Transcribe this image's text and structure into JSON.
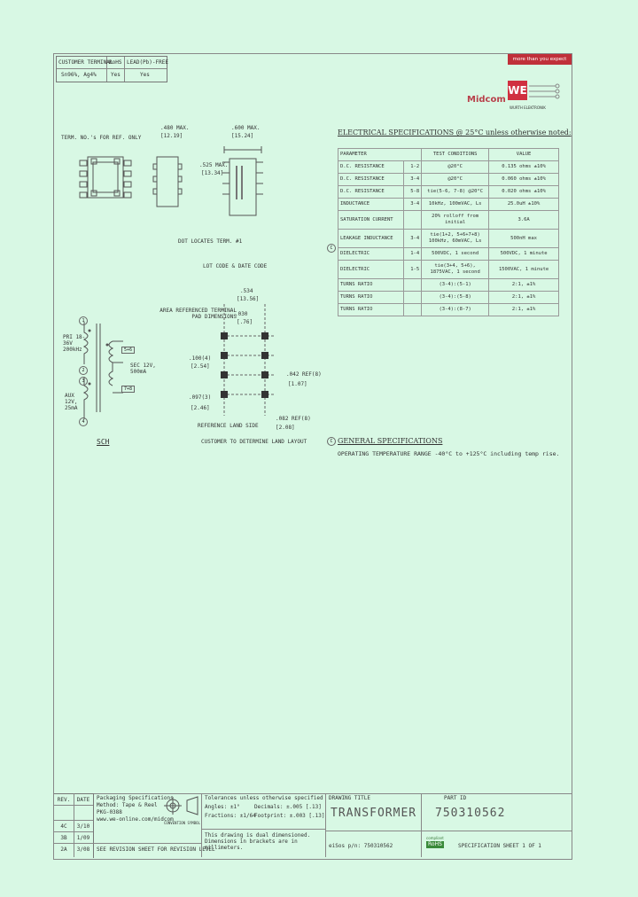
{
  "terminal_table": {
    "headers": [
      "CUSTOMER TERMINAL",
      "RoHS",
      "LEAD(Pb)-FREE"
    ],
    "row": [
      "Sn96%, Ag4%",
      "Yes",
      "Yes"
    ]
  },
  "brand": {
    "tagline": "more than you expect",
    "midcom": "Midcom",
    "we_logo": "WE",
    "wurth": "WURTH ELEKTRONIK"
  },
  "specs": {
    "title": "ELECTRICAL SPECIFICATIONS @ 25°C unless otherwise noted:",
    "columns": [
      "PARAMETER",
      "TEST CONDITIONS",
      "VALUE"
    ],
    "rows": [
      {
        "param": "D.C. RESISTANCE",
        "pins": "1-2",
        "cond": "@20°C",
        "value": "0.135 ohms ±10%"
      },
      {
        "param": "D.C. RESISTANCE",
        "pins": "3-4",
        "cond": "@20°C",
        "value": "0.060 ohms ±10%"
      },
      {
        "param": "D.C. RESISTANCE",
        "pins": "5-8",
        "cond": "tie(5-6, 7-8) @20°C",
        "value": "0.020 ohms ±10%"
      },
      {
        "param": "INDUCTANCE",
        "pins": "3-4",
        "cond": "10kHz, 100mVAC, Ls",
        "value": "25.0uH ±10%"
      },
      {
        "param": "SATURATION CURRENT",
        "pins": "",
        "cond": "20% rolloff from initial",
        "value": "3.6A"
      },
      {
        "param": "LEAKAGE INDUCTANCE",
        "pins": "3-4",
        "cond": "tie(1+2, 5+6+7+8) 100kHz, 60mVAC, Ls",
        "value": "500nH max"
      },
      {
        "param": "DIELECTRIC",
        "pins": "1-4",
        "cond": "500VDC, 1 second",
        "value": "500VDC, 1 minute"
      },
      {
        "param": "DIELECTRIC",
        "pins": "1-5",
        "cond": "tie(3+4, 5+6), 1875VAC, 1 second",
        "value": "1500VAC, 1 minute"
      },
      {
        "param": "TURNS RATIO",
        "pins": "",
        "cond": "(3-4):(5-1)",
        "value": "2:1, ±1%"
      },
      {
        "param": "TURNS RATIO",
        "pins": "",
        "cond": "(3-4):(5-8)",
        "value": "2:1, ±1%"
      },
      {
        "param": "TURNS RATIO",
        "pins": "",
        "cond": "(3-4):(8-7)",
        "value": "2:1, ±1%"
      }
    ]
  },
  "general": {
    "title": "GENERAL SPECIFICATIONS",
    "text": "OPERATING TEMPERATURE RANGE  -40°C to +125°C including temp rise."
  },
  "drawing_labels": {
    "term_nos": "TERM. NO.'s FOR REF. ONLY",
    "dim_a": ".480 MAX.",
    "dim_a_mm": "[12.19]",
    "dim_b": ".600 MAX.",
    "dim_b_mm": "[15.24]",
    "dim_c": ".525 MAX.",
    "dim_c_mm": "[13.34]",
    "dot_locates": "DOT LOCATES TERM. #1",
    "lot_code": "LOT CODE & DATE CODE",
    "area_ref": "AREA REFERENCED TERMINAL PAD DIMENSIONS",
    "dim_534": ".534",
    "dim_534_mm": "[13.56]",
    "dim_030": ".030",
    "dim_030_mm": "[.76]",
    "dim_100": ".100(4)",
    "dim_100_mm": "[2.54]",
    "dim_097": ".097(3)",
    "dim_097_mm": "[2.46]",
    "dim_042": ".042 REF(8)",
    "dim_042_mm": "[1.07]",
    "dim_082": ".082 REF(8)",
    "dim_082_mm": "[2.08]",
    "ref_land": "REFERENCE LAND SIDE",
    "customer_land": "CUSTOMER TO DETERMINE LAND LAYOUT",
    "sch_pri": "PRI 18-36V 200kHz",
    "sch_sec": "SEC 12V, 500mA",
    "sch_aux": "AUX 12V, 25mA",
    "sch_title": "SCH"
  },
  "title_block": {
    "rev_headers": [
      "REV.",
      "DATE"
    ],
    "revs": [
      {
        "rev": "4C",
        "date": "3/10"
      },
      {
        "rev": "3B",
        "date": "1/09"
      },
      {
        "rev": "2A",
        "date": "3/08"
      }
    ],
    "packaging": [
      "Packaging Specifications",
      "Method: Tape & Reel",
      "PKG-0388",
      "www.we-online.com/midcom"
    ],
    "rev_note": "SEE REVISION SHEET FOR REVISION LEVEL",
    "tolerances": "Tolerances unless otherwise specified",
    "angles": "Angles: ±1°",
    "fractions": "Fractions: ±1/64",
    "decimals": "Decimals: ±.005 [.13]",
    "footprint": "Footprint: ±.003 [.13]",
    "dual_dim": "This drawing is dual dimensioned. Dimensions in brackets are in millimeters.",
    "drawing_title_label": "DRAWING TITLE",
    "drawing_title": "TRANSFORMER",
    "part_id_label": "PART ID",
    "part_id": "750310562",
    "mpn": "eiSos p/n: 750310562",
    "compliant": "compliant",
    "rohs": "RoHS",
    "sheet": "SPECIFICATION SHEET  1  OF  1",
    "comp_proj": "CONVENTION SYMBOL"
  }
}
